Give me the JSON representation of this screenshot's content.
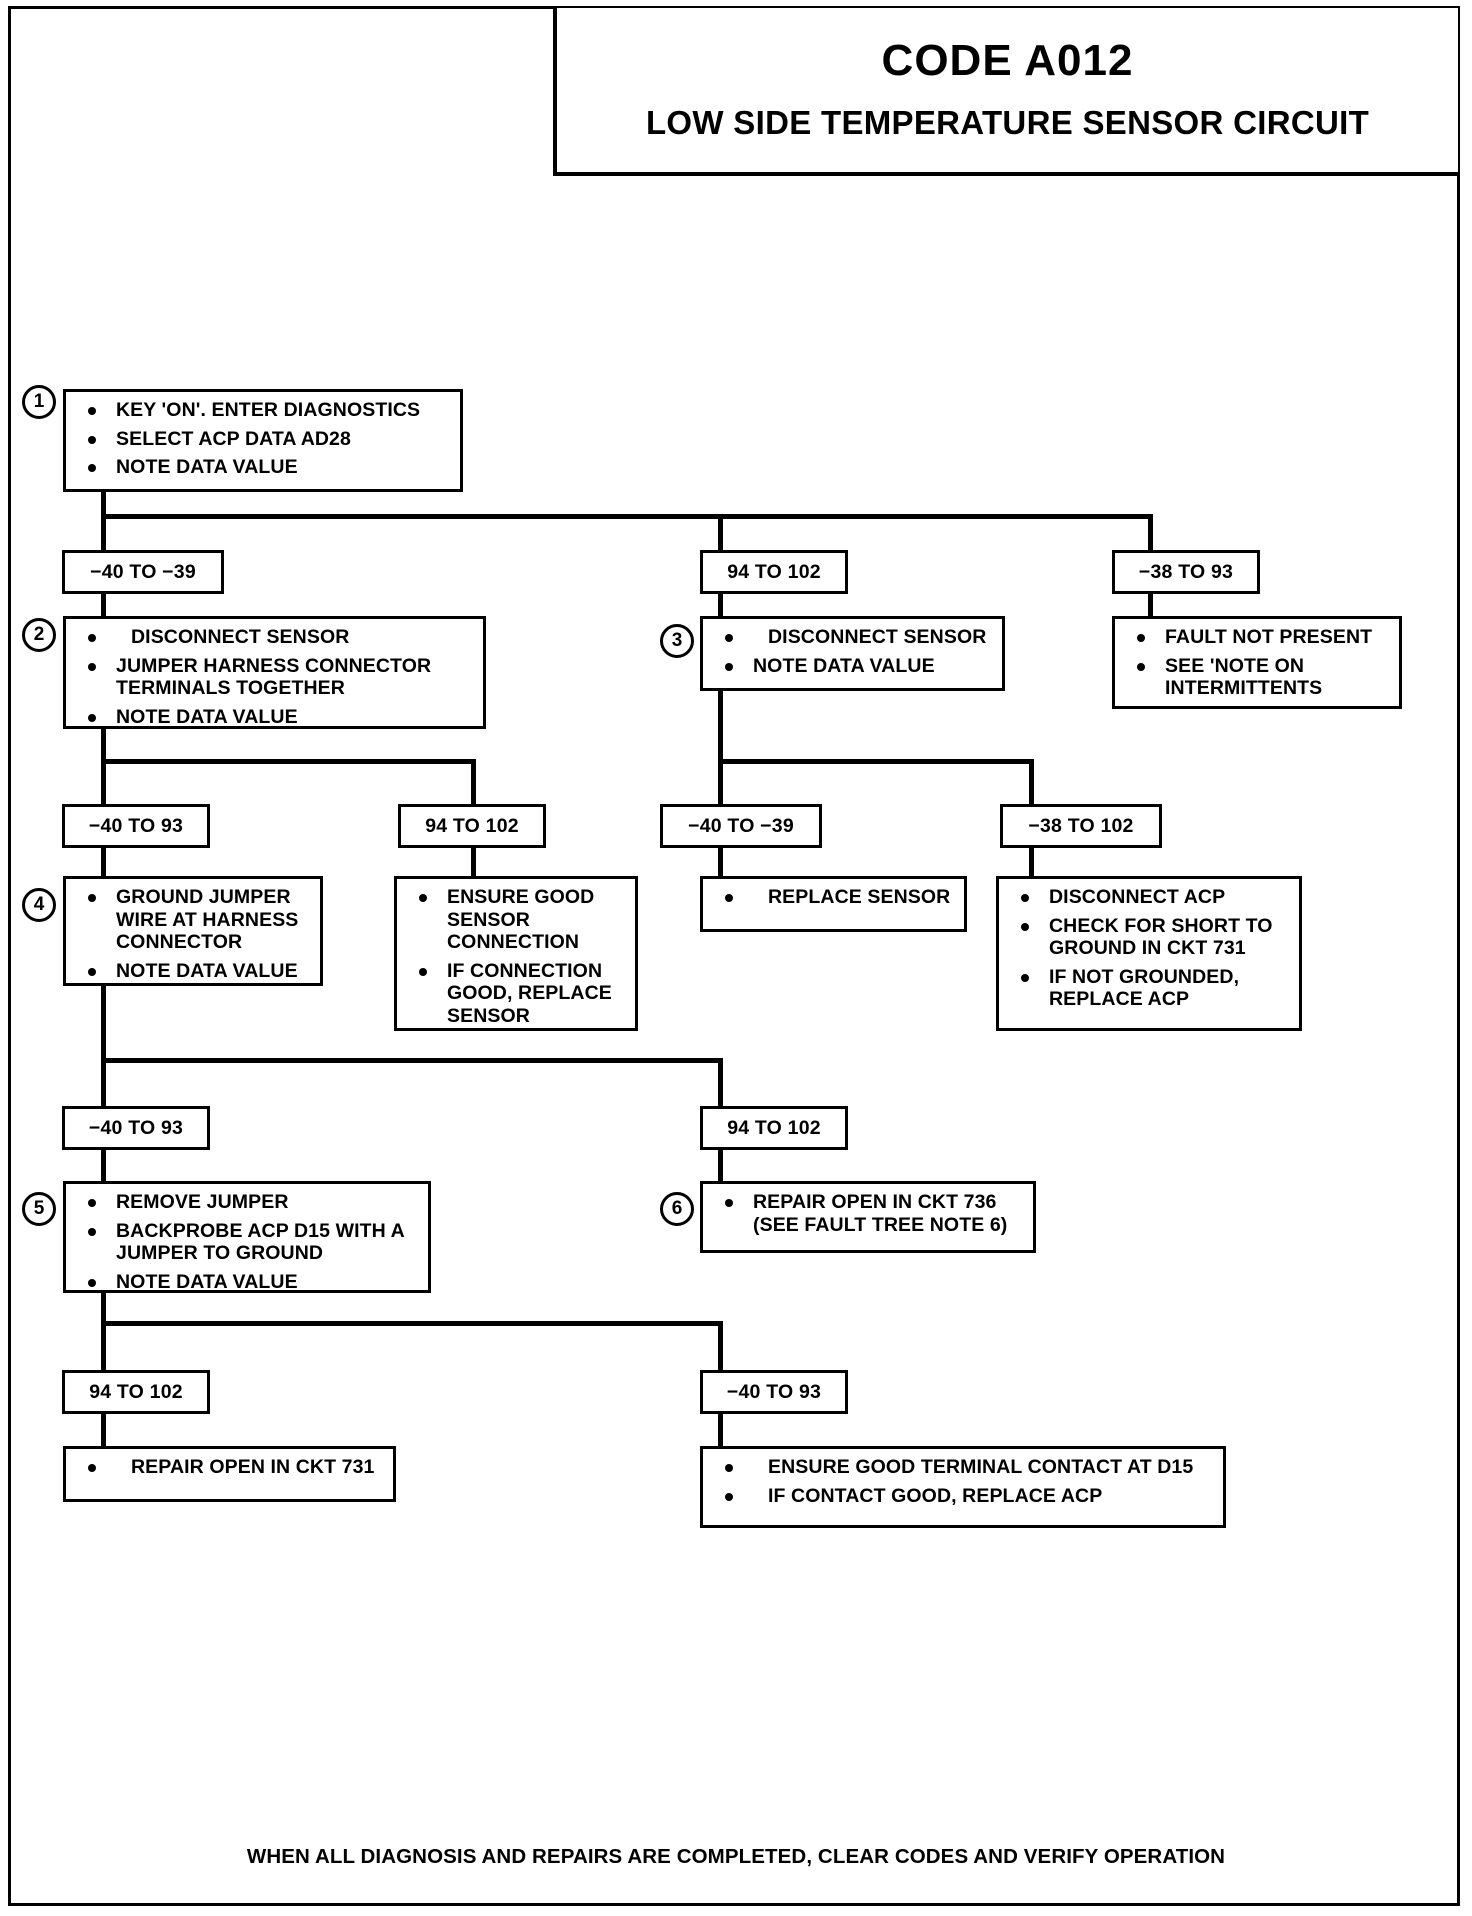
{
  "document": {
    "title_code": "CODE A012",
    "title_subtitle": "LOW SIDE TEMPERATURE SENSOR CIRCUIT",
    "footer": "WHEN ALL DIAGNOSIS AND REPAIRS ARE COMPLETED, CLEAR CODES AND VERIFY OPERATION"
  },
  "steps": {
    "s1": {
      "number": "1",
      "items": [
        "KEY 'ON'. ENTER DIAGNOSTICS",
        "SELECT ACP DATA AD28",
        "NOTE DATA VALUE"
      ]
    },
    "s2": {
      "number": "2",
      "items": [
        "DISCONNECT SENSOR",
        "JUMPER  HARNESS CONNECTOR TERMINALS TOGETHER",
        "NOTE DATA VALUE"
      ]
    },
    "s3": {
      "number": "3",
      "items": [
        "DISCONNECT SENSOR",
        "NOTE DATA VALUE"
      ]
    },
    "s4": {
      "number": "4",
      "items": [
        "GROUND JUMPER WIRE AT HARNESS CONNECTOR",
        "NOTE DATA VALUE"
      ]
    },
    "s5": {
      "number": "5",
      "items": [
        "REMOVE JUMPER",
        "BACKPROBE ACP D15 WITH A JUMPER TO GROUND",
        "NOTE DATA VALUE"
      ]
    },
    "s6": {
      "number": "6",
      "items": [
        "REPAIR OPEN IN CKT 736 (SEE FAULT TREE NOTE 6)"
      ]
    }
  },
  "terminals": {
    "fault_not_present": {
      "items": [
        "FAULT NOT PRESENT",
        "SEE 'NOTE ON INTERMITTENTS"
      ]
    },
    "ensure_good_sensor": {
      "items": [
        "ENSURE GOOD SENSOR CONNECTION",
        "IF CONNECTION GOOD, REPLACE SENSOR"
      ]
    },
    "replace_sensor": {
      "items": [
        "REPLACE  SENSOR"
      ]
    },
    "disconnect_acp": {
      "items": [
        "DISCONNECT ACP",
        "CHECK FOR SHORT TO GROUND  IN CKT 731",
        "IF NOT GROUNDED, REPLACE ACP"
      ]
    },
    "repair_open_731": {
      "items": [
        "REPAIR OPEN IN CKT 731"
      ]
    },
    "ensure_terminal_contact": {
      "items": [
        "ENSURE GOOD TERMINAL CONTACT AT D15",
        "IF CONTACT GOOD, REPLACE ACP"
      ]
    }
  },
  "ranges": {
    "r1_left": "−40 TO −39",
    "r1_mid": "94 TO 102",
    "r1_right": "−38 TO 93",
    "r2_left": "−40 TO 93",
    "r2_right": "94 TO 102",
    "r3_left": "−40 TO −39",
    "r3_right": "−38 TO 102",
    "r4_left": "−40 TO 93",
    "r4_right": "94 TO 102",
    "r5_left": "94 TO 102",
    "r5_right": "−40 TO 93"
  },
  "colors": {
    "ink": "#000000",
    "paper": "#ffffff"
  }
}
